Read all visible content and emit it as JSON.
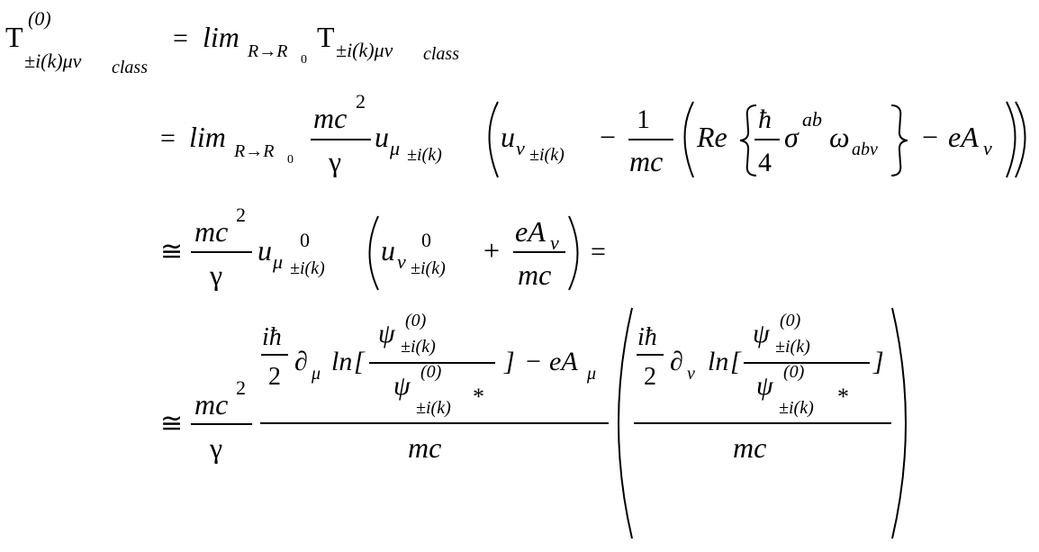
{
  "equation": {
    "line1": {
      "lhs": {
        "base": "T",
        "sup": "(0)",
        "sub": "±i(k)μν",
        "sub2": "class"
      },
      "eq": "=",
      "lim": "lim",
      "lim_sub": "R→R",
      "lim_sub0": "0",
      "rhs": {
        "base": "T",
        "sub": "±i(k)μν",
        "sub2": "class"
      }
    },
    "line2": {
      "eq": "=",
      "lim": "lim",
      "lim_sub": "R→R",
      "lim_sub0": "0",
      "mc": "mc",
      "sq": "2",
      "gamma": "γ",
      "u": "u",
      "mu": "μ",
      "nu": "ν",
      "pm_ik": "±i(k)",
      "minus": "−",
      "one": "1",
      "Re": "Re",
      "hbar": "ħ",
      "four": "4",
      "sigma": "σ",
      "ab": "ab",
      "omega": "ω",
      "abnu": "abν",
      "eA": "eA"
    },
    "line3": {
      "approx": "≅",
      "zero": "0",
      "plus": "+",
      "eq_end": "="
    },
    "line4": {
      "ihbar": "iħ",
      "two": "2",
      "partial": "∂",
      "ln": "ln",
      "lb": "[",
      "rb": "]",
      "psi": "ψ",
      "sup0": "(0)",
      "star": "*",
      "minus": "−",
      "eA": "eA"
    }
  }
}
